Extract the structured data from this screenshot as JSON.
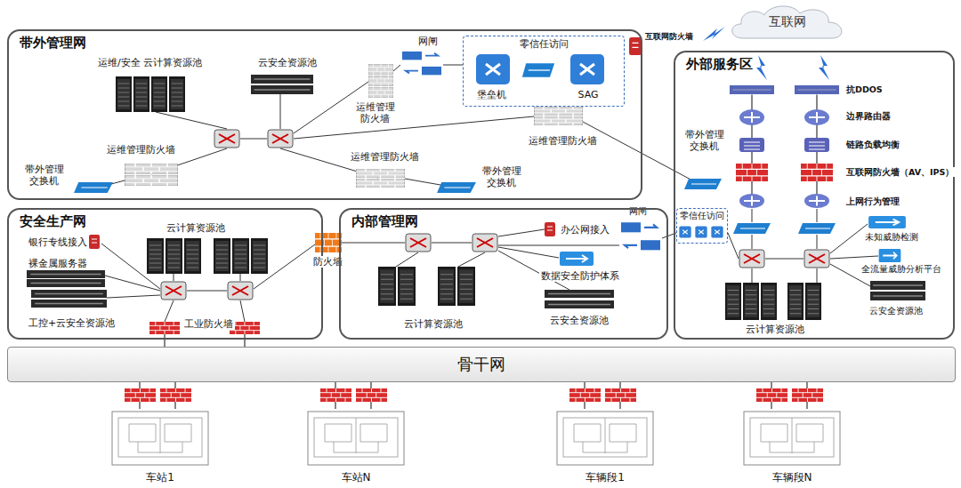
{
  "diagram": {
    "nodes": [
      {
        "text": [
          "带外管理网"
        ]
      },
      {
        "text": [
          "运维/安全 云计算资源池"
        ],
        "in": 0
      },
      {
        "text": [
          "云安全资源池"
        ],
        "in": 0
      },
      {
        "text": [
          "网闸"
        ],
        "in": 0
      },
      {
        "text": [
          "零信任访问"
        ],
        "in": 0
      },
      {
        "text": [
          "堡垒机"
        ],
        "in": 4
      },
      {
        "text": [
          "SAG"
        ],
        "in": 4
      },
      {
        "text": [
          "运维管理 防火墙"
        ],
        "in": 0
      },
      {
        "text": [
          "运维管理防火墙"
        ],
        "in": 0
      },
      {
        "text": [
          "运维管理防火墙"
        ],
        "in": 0
      },
      {
        "text": [
          "运维管理防火墙"
        ],
        "in": 0
      },
      {
        "text": [
          "带外管理 交换机"
        ],
        "in": 0
      },
      {
        "text": [
          "带外管理 交换机"
        ],
        "in": 0
      },
      {
        "text": [
          "互联网防火墙"
        ]
      },
      {
        "text": [
          "互联网"
        ]
      },
      {
        "text": [
          "外部服务区"
        ]
      },
      {
        "text": [
          "抗DDOS"
        ],
        "in": 15
      },
      {
        "text": [
          "边界路由器"
        ],
        "in": 15
      },
      {
        "text": [
          "链路负载均衡"
        ],
        "in": 15
      },
      {
        "text": [
          "互联网防火墙（AV、IPS）"
        ],
        "in": 15
      },
      {
        "text": [
          "上网行为管理"
        ],
        "in": 15
      },
      {
        "text": [
          "带外管理 交换机"
        ],
        "in": 15
      },
      {
        "text": [
          "未知威胁检测"
        ],
        "in": 15
      },
      {
        "text": [
          "全流量威胁分析平台"
        ],
        "in": 15
      },
      {
        "text": [
          "云安全资源池"
        ],
        "in": 15
      },
      {
        "text": [
          "云计算资源池"
        ],
        "in": 15
      },
      {
        "text": [
          "网闸"
        ]
      },
      {
        "text": [
          "零信任访问"
        ],
        "in": 15
      },
      {
        "text": [
          "安全生产网"
        ]
      },
      {
        "text": [
          "银行专线接入"
        ],
        "in": 28
      },
      {
        "text": [
          "裸金属服务器"
        ],
        "in": 28
      },
      {
        "text": [
          "云计算资源池"
        ],
        "in": 28
      },
      {
        "text": [
          "工控+云安全资源池"
        ],
        "in": 28
      },
      {
        "text": [
          "工业防火墙"
        ],
        "in": 28
      },
      {
        "text": [
          "防火墙"
        ]
      },
      {
        "text": [
          "内部管理网"
        ]
      },
      {
        "text": [
          "办公网接入"
        ],
        "in": 35
      },
      {
        "text": [
          "数据安全防护体系"
        ],
        "in": 35
      },
      {
        "text": [
          "云计算资源池"
        ],
        "in": 35
      },
      {
        "text": [
          "云安全资源池"
        ],
        "in": 35
      },
      {
        "text": [
          "骨干网"
        ]
      },
      {
        "text": [
          "车站1"
        ]
      },
      {
        "text": [
          "车站N"
        ]
      },
      {
        "text": [
          "车辆段1"
        ]
      },
      {
        "text": [
          "车辆段N"
        ]
      }
    ],
    "edges": [
      {
        "from": 16,
        "to": 17,
        "arrow": "none"
      },
      {
        "from": 17,
        "to": 18,
        "arrow": "none"
      },
      {
        "from": 18,
        "to": 19,
        "arrow": "none"
      },
      {
        "from": 19,
        "to": 20,
        "arrow": "none"
      },
      {
        "from": 33,
        "to": 40,
        "arrow": "none"
      },
      {
        "from": 40,
        "to": 41,
        "arrow": "none"
      },
      {
        "from": 40,
        "to": 42,
        "arrow": "none"
      },
      {
        "from": 40,
        "to": 43,
        "arrow": "none"
      },
      {
        "from": 40,
        "to": 44,
        "arrow": "none"
      }
    ]
  }
}
